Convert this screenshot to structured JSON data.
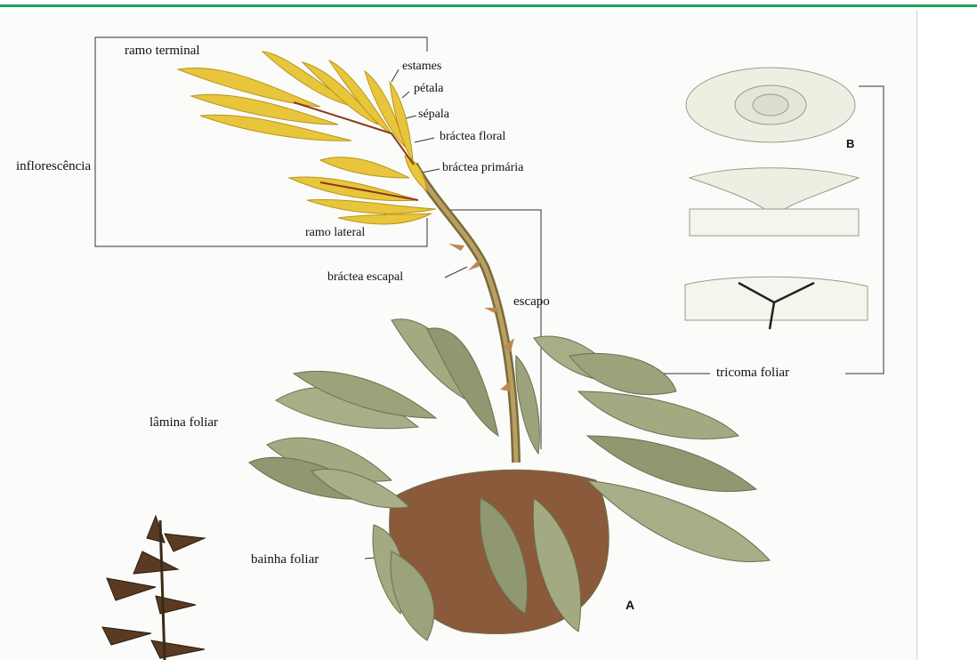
{
  "labels": {
    "ramo_terminal": "ramo terminal",
    "estames": "estames",
    "petala": "pétala",
    "sepala": "sépala",
    "bractea_floral": "bráctea floral",
    "bractea_primaria": "bráctea primária",
    "inflorescencia": "inflorescência",
    "ramo_lateral": "ramo lateral",
    "bractea_escapal": "bráctea escapal",
    "escapo": "escapo",
    "tricoma_foliar": "tricoma foliar",
    "lamina_foliar": "lâmina foliar",
    "bainha_foliar": "bainha foliar",
    "fig_a": "A",
    "fig_b": "B"
  },
  "colors": {
    "accent_bar": "#1fa05a",
    "leaf": "#9aa37a",
    "flower": "#e8c53a",
    "sheath": "#8a5a3a"
  }
}
